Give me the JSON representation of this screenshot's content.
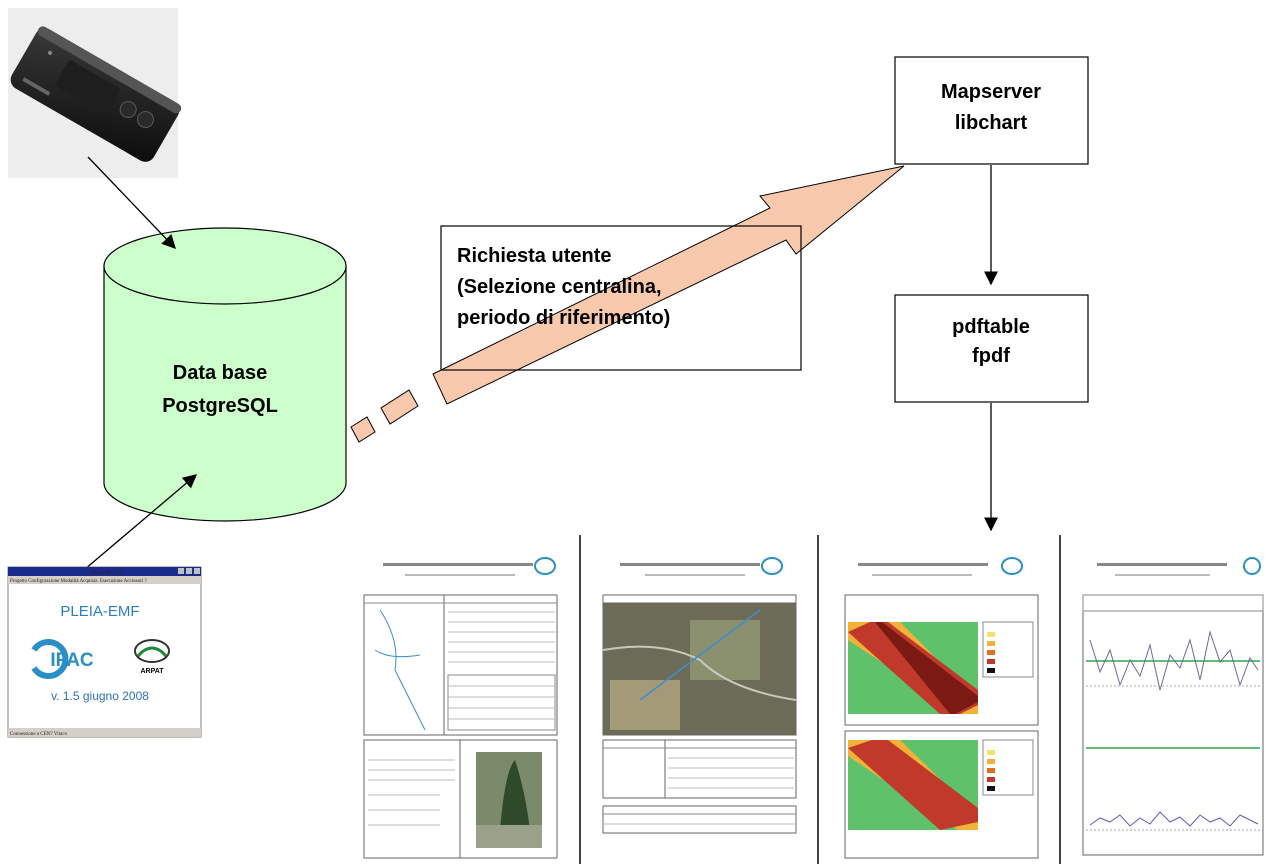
{
  "nodes": {
    "database": {
      "line1": "Data base",
      "line2": "PostgreSQL"
    },
    "mapserver": {
      "line1": "Mapserver",
      "line2": "libchart"
    },
    "pdf": {
      "line1": "pdftable",
      "line2": "fpdf"
    },
    "request": {
      "line1": "Richiesta utente",
      "line2": "(Selezione centralina,",
      "line3": "periodo di riferimento)"
    }
  },
  "software": {
    "title": "Pleia-EMF v.1.5",
    "menu": "Progetto  Configurazione  Modalità Acquisiz.  Esecuzione  Accessori  ?",
    "name": "PLEIA-EMF",
    "logo_ifac": "IFAC",
    "logo_arpat": "ARPAT",
    "version": "v. 1.5 giugno 2008",
    "status": "Connessione a CEN7 Vitaco"
  },
  "colors": {
    "cylinder_fill": "#ccffcc",
    "arrow_fill": "#f9c9ae",
    "line": "#000000"
  }
}
